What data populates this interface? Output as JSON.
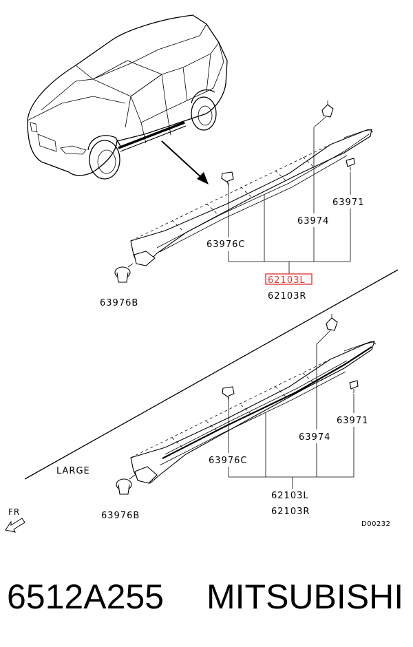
{
  "diagram": {
    "upper": {
      "labels": {
        "clip_left": "63976B",
        "clip_mid": "63976C",
        "part_center": "63974",
        "screw": "63971",
        "assy_l": "62103L",
        "assy_r": "62103R"
      },
      "highlighted": "62103L",
      "highlight_color": "#e53935"
    },
    "lower": {
      "variant": "LARGE",
      "labels": {
        "clip_left": "63976B",
        "clip_mid": "63976C",
        "part_center": "63974",
        "screw": "63971",
        "assy_l": "62103L",
        "assy_r": "62103R"
      }
    },
    "fr_label": "FR",
    "diagram_code": "D00232"
  },
  "footer": {
    "part_number": "6512A255",
    "brand": "MITSUBISHI"
  }
}
